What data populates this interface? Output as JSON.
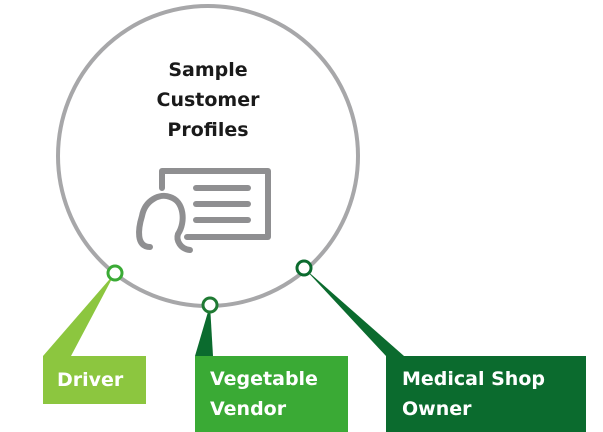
{
  "diagram": {
    "title_lines": [
      "Sample",
      "Customer",
      "Profiles"
    ],
    "center_icon": "profile-card-icon",
    "profiles": [
      {
        "label_lines": [
          "Driver"
        ],
        "color": "#8cc63f"
      },
      {
        "label_lines": [
          "Vegetable",
          "Vendor"
        ],
        "color": "#3aaa35"
      },
      {
        "label_lines": [
          "Medical Shop",
          "Owner"
        ],
        "color": "#0b6b2e"
      }
    ],
    "colors": {
      "circle_stroke": "#a7a7a9",
      "icon": "#8f8f91",
      "node_fill": "#ffffff"
    }
  }
}
